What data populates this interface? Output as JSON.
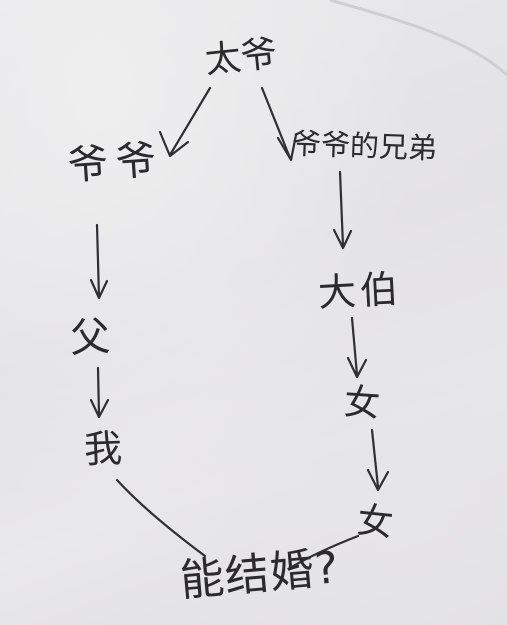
{
  "nodes": {
    "taiye": "太爷",
    "yeye": "爷爷",
    "yeye_xiongdi": "爷爷的兄弟",
    "fu": "父",
    "wo": "我",
    "dabo": "大伯",
    "nv1": "女",
    "nv2": "女",
    "question": "能结婚?"
  }
}
